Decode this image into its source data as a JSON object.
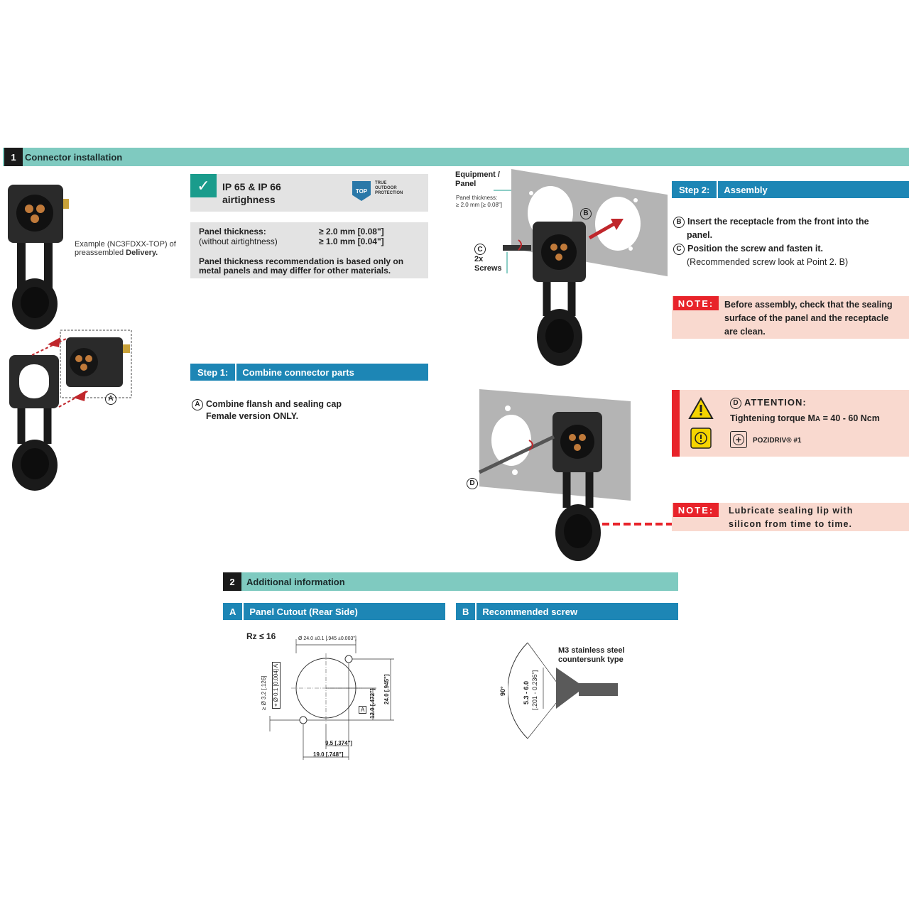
{
  "section1": {
    "number": "1",
    "title": "Connector installation"
  },
  "example_caption": {
    "line1": "Example (NC3FDXX-TOP) of",
    "line2_prefix": "preassembled ",
    "line2_bold": "Delivery."
  },
  "ip_box": {
    "title_line1": "IP 65 & IP 66",
    "title_line2": "airtighness",
    "logo_text": "TOP",
    "logo_caption": [
      "TRUE",
      "OUTDOOR",
      "PROTECTION"
    ]
  },
  "thickness_box": {
    "label1": "Panel thickness:",
    "label2": "(without airtightness)",
    "value1": "≥ 2.0 mm [0.08\"]",
    "value2": "≥ 1.0 mm [0.04\"]",
    "note_line1": "Panel thickness recommendation is based only on",
    "note_line2": "metal panels and may differ for other materials."
  },
  "step1": {
    "label": "Step 1:",
    "title": "Combine connector parts",
    "marker": "A",
    "line1": "Combine flansh and sealing cap",
    "line2": "Female version ONLY."
  },
  "equipment": {
    "label_line1": "Equipment /",
    "label_line2": "Panel",
    "thick_line1": "Panel thickness:",
    "thick_line2": "≥ 2.0 mm [≥ 0.08\"]"
  },
  "screws_callout": {
    "marker": "C",
    "line1": "2x",
    "line2": "Screws"
  },
  "marker_B": "B",
  "marker_A": "A",
  "marker_D": "D",
  "step2": {
    "label": "Step 2:",
    "title": "Assembly",
    "b_marker": "B",
    "b_line1": "Insert the receptacle from the front into the",
    "b_line2": "panel.",
    "c_marker": "C",
    "c_line1": "Position the screw and fasten it.",
    "c_line2": "(Recommended screw look at Point 2. B)"
  },
  "note1": {
    "label": "NOTE:",
    "line1": "Before assembly, check that the sealing",
    "line2": "surface of the panel and the receptacle",
    "line3": "are clean."
  },
  "attention": {
    "marker": "D",
    "title": "ATTENTION:",
    "torque_prefix": "Tightening torque M",
    "torque_sub": "A",
    "torque_suffix": " = 40 - 60 Ncm",
    "driver": "POZIDRIV® #1"
  },
  "note2": {
    "label": "NOTE:",
    "line1": "Lubricate sealing lip with",
    "line2": "silicon from time to time."
  },
  "section2": {
    "number": "2",
    "title": "Additional information"
  },
  "panelA": {
    "label": "A",
    "title": "Panel Cutout (Rear Side)"
  },
  "panelB": {
    "label": "B",
    "title": "Recommended screw"
  },
  "cutout": {
    "rz": "Rz ≤ 16",
    "diameter": "Ø 24.0 ±0.1 [.945 ±0.003\"]",
    "hole": "≥ Ø 3.2 [.126]",
    "tol": "⌖ Ø 0.1 [0.004] A",
    "h24": "24.0 [.945\"]",
    "h12": "12.0 [.472\"]",
    "w95": "9.5 [.374\"]",
    "w19": "19.0 [.748\"]",
    "datum": "A"
  },
  "screw": {
    "line1": "M3 stainless steel",
    "line2": "countersunk type",
    "angle": "90°",
    "dim1": "5.3 - 6.0",
    "dim2": "[.201 - 0.236\"]"
  }
}
